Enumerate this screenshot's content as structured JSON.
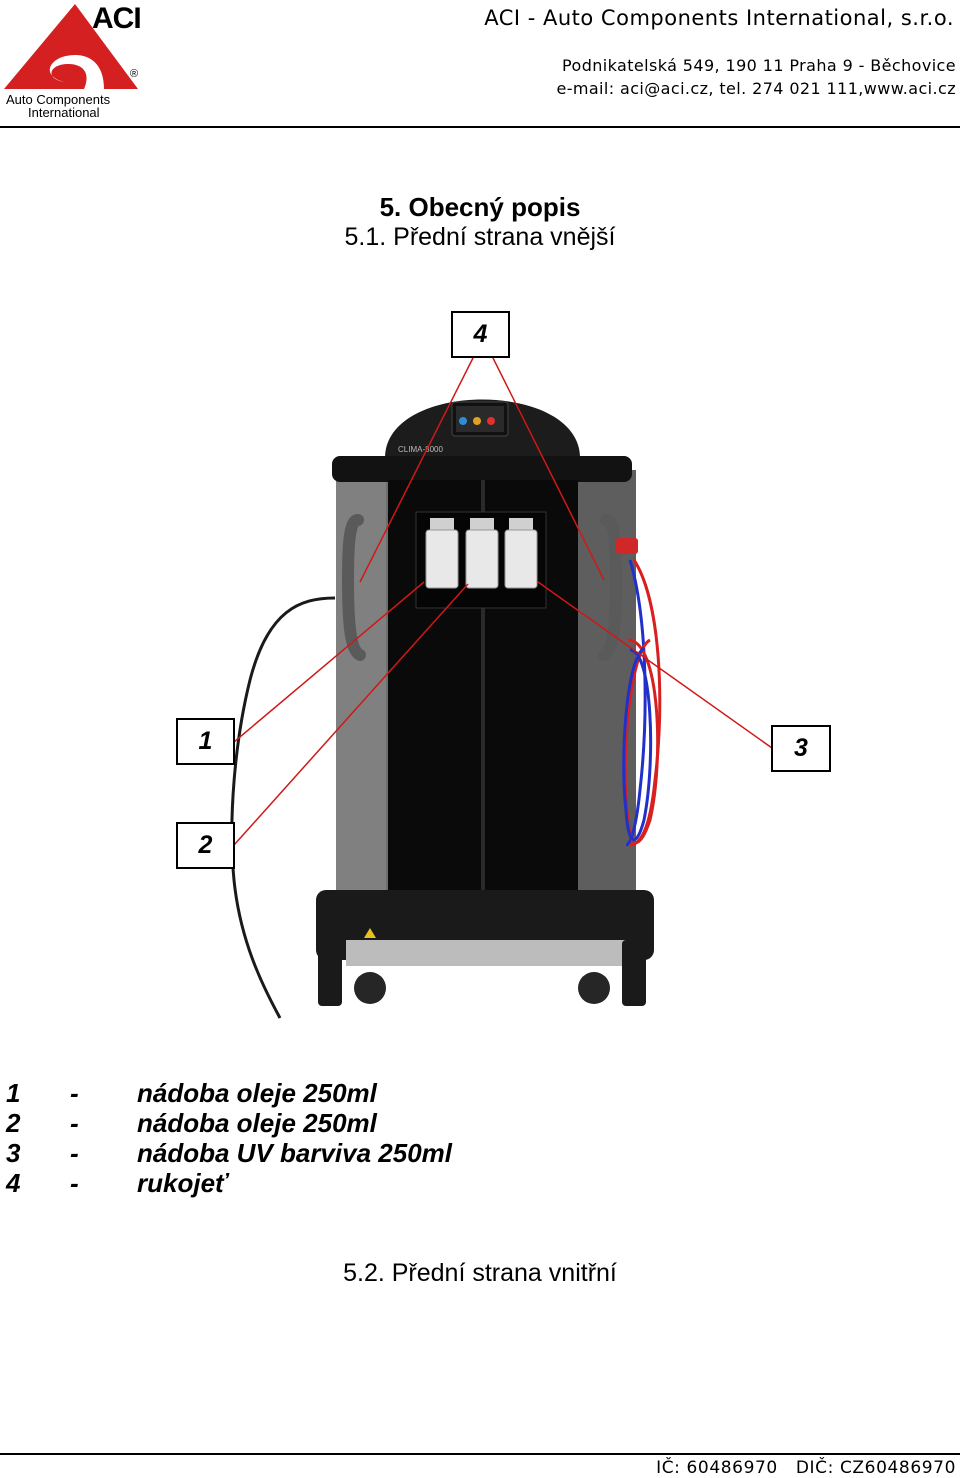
{
  "header": {
    "logo_name": "ACI",
    "logo_reg": "®",
    "logo_sub_line1": "Auto Components",
    "logo_sub_line2": "International",
    "company": "ACI - Auto Components International, s.r.o.",
    "address_line1": "Podnikatelská 549, 190 11 Praha 9 - Běchovice",
    "address_line2": "e-mail: aci@aci.cz, tel. 274 021 111,www.aci.cz"
  },
  "section_title": "5. Obecný popis",
  "subsection_title": "5.1. Přední strana vnější",
  "figure": {
    "screen_label": "CLIMA-8000",
    "callouts": [
      {
        "id": "callout-4",
        "label": "4"
      },
      {
        "id": "callout-1",
        "label": "1"
      },
      {
        "id": "callout-3",
        "label": "3"
      },
      {
        "id": "callout-2",
        "label": "2"
      }
    ],
    "colors": {
      "leader_line": "#d01818",
      "hose_red": "#d82020",
      "hose_blue": "#2030c8",
      "cabinet": "#6e6e6e",
      "panel": "#0a0a0a"
    }
  },
  "legend": [
    {
      "num": "1",
      "dash": "-",
      "text": "nádoba oleje 250ml"
    },
    {
      "num": "2",
      "dash": "-",
      "text": "nádoba oleje 250ml"
    },
    {
      "num": "3",
      "dash": "-",
      "text": "nádoba UV barviva 250ml"
    },
    {
      "num": "4",
      "dash": "-",
      "text": "rukojeť"
    }
  ],
  "next_subsection": "5.2. Přední strana vnitřní",
  "footer": {
    "ico": "IČ: 60486970",
    "dic": "DIČ: CZ60486970"
  }
}
